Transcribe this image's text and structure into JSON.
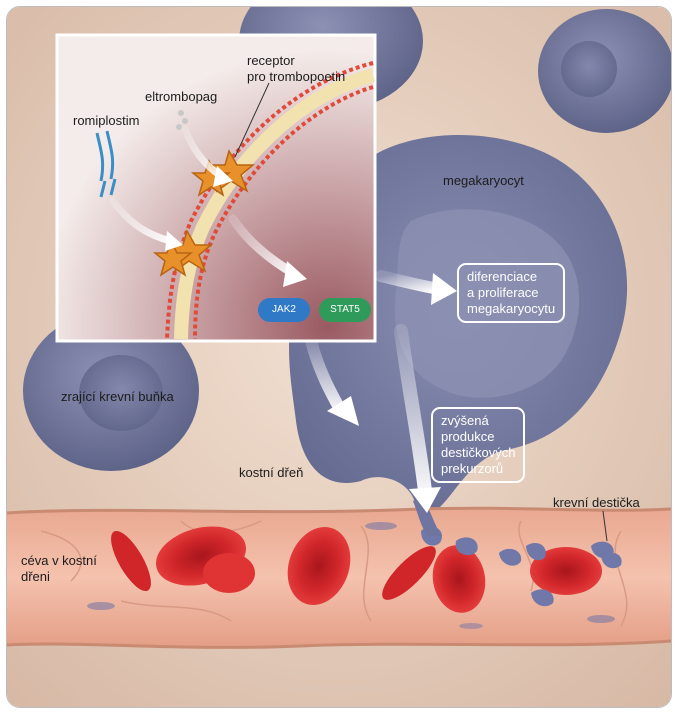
{
  "labels": {
    "receptor": "receptor\npro trombopoetin",
    "eltrombopag": "eltrombopag",
    "romiplostim": "romiplostim",
    "megakaryocyte": "megakaryocyt",
    "maturing_cell": "zrající krevní buňka",
    "bone_marrow": "kostní dřeň",
    "vessel": "céva v kostní\ndřeni",
    "platelet": "krevní destička"
  },
  "boxes": {
    "differentiation": "diferenciace\na proliferace\nmegakaryocytu",
    "increased_production": "zvýšená\nprodukce\ndestičkových\nprekurzorů"
  },
  "proteins": {
    "jak2": "JAK2",
    "stat5": "STAT5"
  },
  "colors": {
    "tissue": "#e8cfc0",
    "cell": "#7a7fa3",
    "cell_dark": "#5c6187",
    "vessel": "#f0b49c",
    "rbc": "#d82a2a",
    "membrane_head": "#e04a3a",
    "membrane_core": "#f2e2b0",
    "receptor": "#e8902a",
    "jak2": "#2f79c6",
    "stat5": "#2e9b5a"
  }
}
